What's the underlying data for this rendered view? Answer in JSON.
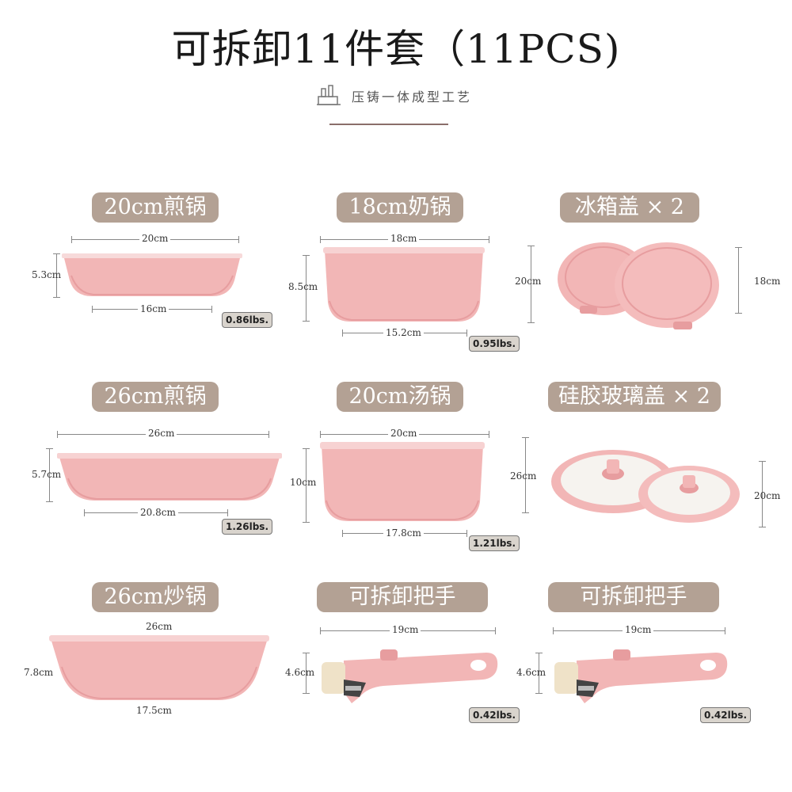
{
  "title": "可拆卸11件套（11PCS)",
  "subtitle": "压铸一体成型工艺",
  "items": [
    {
      "label": "20cm煎锅",
      "top_dim": "20cm",
      "bottom_dim": "16cm",
      "side_dim": "5.3cm",
      "weight": "0.86lbs."
    },
    {
      "label": "18cm奶锅",
      "top_dim": "18cm",
      "bottom_dim": "15.2cm",
      "side_dim": "8.5cm",
      "weight": "0.95lbs."
    },
    {
      "label": "冰箱盖 × 2",
      "left_dim": "20cm",
      "right_dim": "18cm"
    },
    {
      "label": "26cm煎锅",
      "top_dim": "26cm",
      "bottom_dim": "20.8cm",
      "side_dim": "5.7cm",
      "weight": "1.26lbs."
    },
    {
      "label": "20cm汤锅",
      "top_dim": "20cm",
      "bottom_dim": "17.8cm",
      "side_dim": "10cm",
      "weight": "1.21lbs."
    },
    {
      "label": "硅胶玻璃盖 × 2",
      "left_dim": "26cm",
      "right_dim": "20cm"
    },
    {
      "label": "26cm炒锅",
      "top_dim": "26cm",
      "bottom_dim": "17.5cm",
      "side_dim": "7.8cm"
    },
    {
      "label": "可拆卸把手",
      "top_dim": "19cm",
      "side_dim": "4.6cm",
      "weight": "0.42lbs."
    },
    {
      "label": "可拆卸把手",
      "top_dim": "19cm",
      "side_dim": "4.6cm",
      "weight": "0.42lbs."
    }
  ],
  "colors": {
    "pink": "#f2b6b6",
    "pink_dark": "#e79d9f",
    "pill": "#b3a194"
  }
}
